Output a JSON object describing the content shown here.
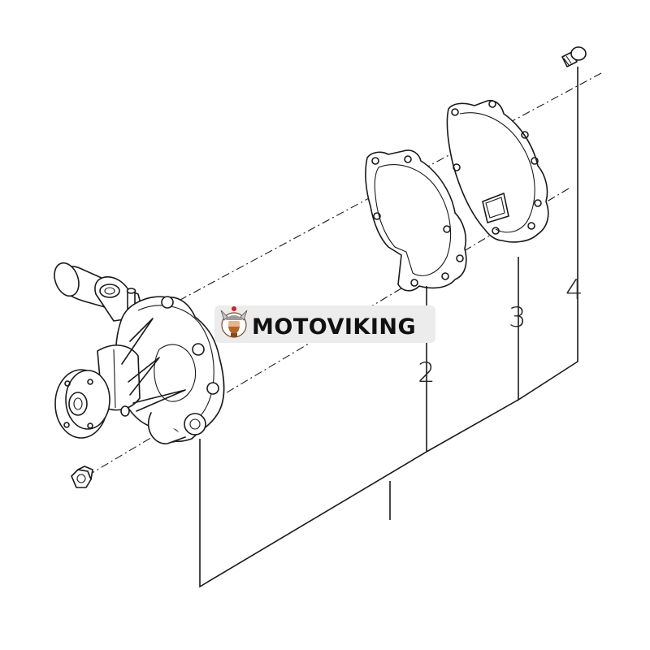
{
  "diagram": {
    "callouts": [
      {
        "id": "part-2",
        "label": "2"
      },
      {
        "id": "part-3",
        "label": "3"
      },
      {
        "id": "part-4",
        "label": "4"
      }
    ],
    "parts": [
      {
        "name": "water-pump-body"
      },
      {
        "name": "pump-gasket"
      },
      {
        "name": "pump-cover-plate"
      },
      {
        "name": "cover-bolt"
      },
      {
        "name": "pulley-nut"
      }
    ]
  },
  "watermark": {
    "text": "MOTOVIKING",
    "logo": "viking-mascot-logo",
    "background_color": "#ececec"
  }
}
